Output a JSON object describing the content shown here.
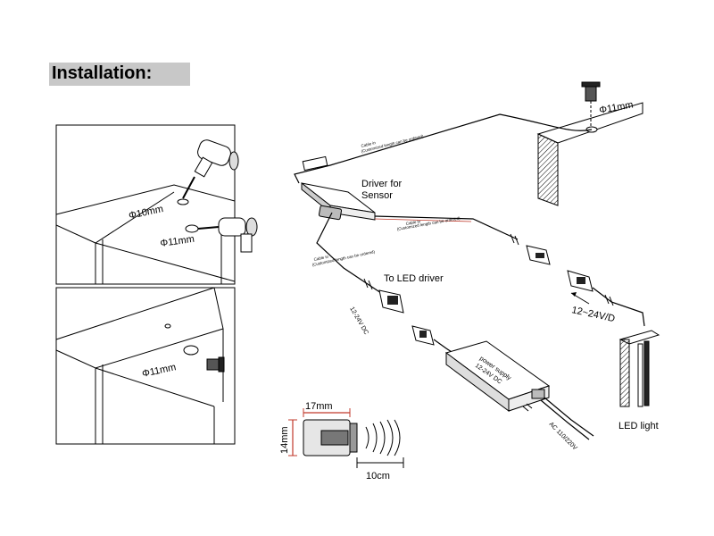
{
  "header": {
    "title": "Installation:"
  },
  "panel_top": {
    "drill_label_10": "Φ10mm",
    "drill_label_11": "Φ11mm"
  },
  "panel_bottom": {
    "hole_label": "Φ11mm"
  },
  "diagram": {
    "hole_label": "Φ11mm",
    "driver_label_line1": "Driver for",
    "driver_label_line2": "Sensor",
    "to_led_driver": "To LED driver",
    "led_light": "LED light",
    "voltage_right": "12~24V/D",
    "dc_small": "12-24V DC",
    "power_supply_line1": "power supply",
    "power_supply_line2": "12-24V DC",
    "ac_label": "AC 110/220V",
    "cable_text_1": "Cable in",
    "cable_text_1b": "(Customized length can be ordered)",
    "cable_text_2": "Cable in",
    "cable_text_2b": "(Customized length can be ordered)",
    "cable_text_3": "Cable in",
    "cable_text_3b": "(Customized length can be ordered)"
  },
  "dimensions": {
    "width": "17mm",
    "height": "14mm",
    "distance": "10cm"
  },
  "colors": {
    "header_bg": "#c8c8c8",
    "dimension_red": "#c0392b",
    "line": "#000000"
  }
}
